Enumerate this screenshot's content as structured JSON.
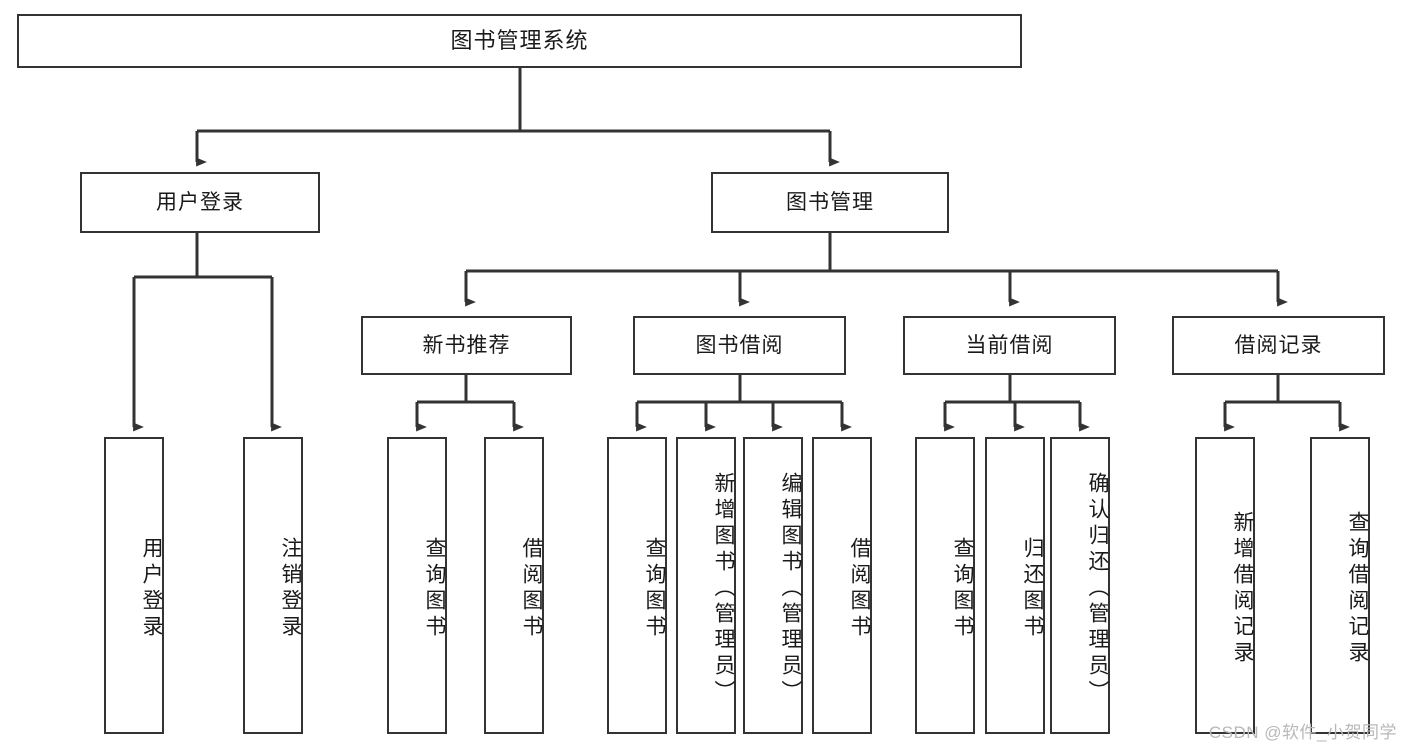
{
  "diagram": {
    "title": "图书管理系统",
    "type": "tree-hierarchy-diagram",
    "watermark": "CSDN @软件_小贺同学",
    "colors": {
      "stroke": "#333333",
      "fill": "#ffffff",
      "text": "#1a1a1a",
      "watermark": "#b8b8b8"
    },
    "nodes": {
      "root": "图书管理系统",
      "level1": [
        "用户登录",
        "图书管理"
      ],
      "level2": [
        "新书推荐",
        "图书借阅",
        "当前借阅",
        "借阅记录"
      ],
      "leaves_user_login": [
        "用户登录",
        "注销登录"
      ],
      "leaves_new_book": [
        "查询图书",
        "借阅图书"
      ],
      "leaves_borrow": [
        "查询图书",
        "新增图书（管理员）",
        "编辑图书（管理员）",
        "借阅图书"
      ],
      "leaves_current": [
        "查询图书",
        "归还图书",
        "确认归还（管理员）"
      ],
      "leaves_records": [
        "新增借阅记录",
        "查询借阅记录"
      ]
    }
  }
}
